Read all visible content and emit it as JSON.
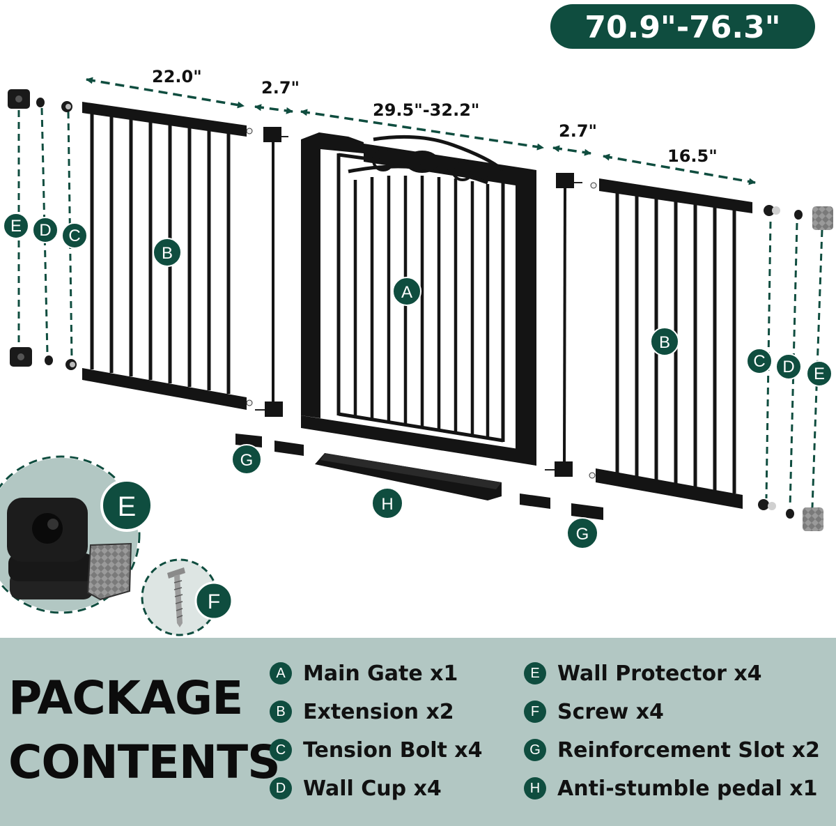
{
  "total_width": "70.9\"-76.3\"",
  "dimensions": {
    "left_extension": "22.0\"",
    "left_connector": "2.7\"",
    "main_gate": "29.5\"-32.2\"",
    "right_connector": "2.7\"",
    "right_extension": "16.5\""
  },
  "letters": {
    "a": "A",
    "b": "B",
    "c": "C",
    "d": "D",
    "e": "E",
    "f": "F",
    "g": "G",
    "h": "H"
  },
  "package_title": {
    "line1": "PACKAGE",
    "line2": "CONTENTS"
  },
  "legend": [
    {
      "letter": "A",
      "text": "Main Gate x1"
    },
    {
      "letter": "B",
      "text": "Extension x2"
    },
    {
      "letter": "C",
      "text": "Tension Bolt x4"
    },
    {
      "letter": "D",
      "text": "Wall Cup x4"
    },
    {
      "letter": "E",
      "text": "Wall Protector x4"
    },
    {
      "letter": "F",
      "text": "Screw x4"
    },
    {
      "letter": "G",
      "text": "Reinforcement Slot x2"
    },
    {
      "letter": "H",
      "text": "Anti-stumble pedal x1"
    }
  ],
  "colors": {
    "accent": "#0f4d3f",
    "panel": "#b2c7c3",
    "metal": "#141414"
  }
}
